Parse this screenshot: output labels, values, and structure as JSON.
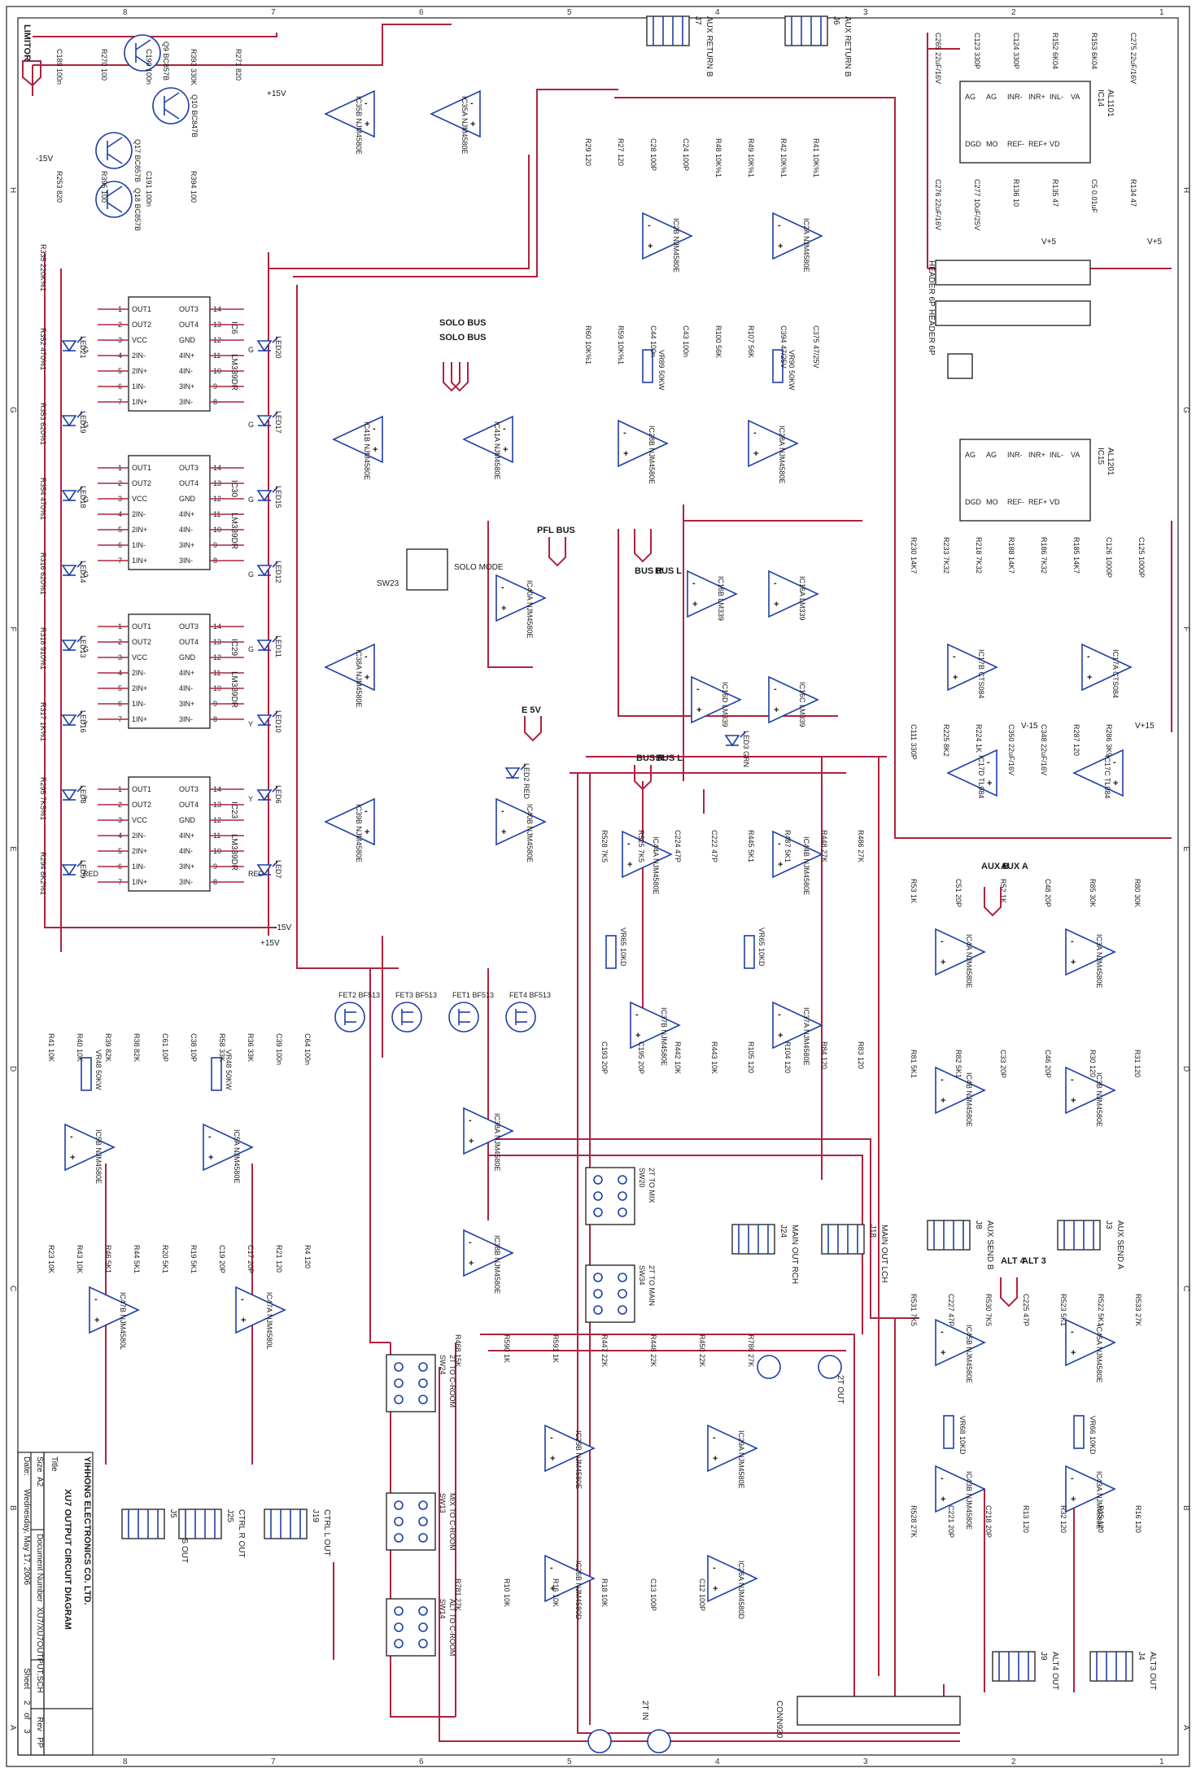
{
  "title_block": {
    "company": "YIHHONG ELECTRONICS CO. LTD.",
    "title_label": "Title",
    "title": "XU7 OUTPUT CIRCUIT DIAGRAM",
    "size_label": "Size",
    "size": "A2",
    "docnum_label": "Document Number",
    "docnum": "XU7/XU7OUTPUT.SCH",
    "rev_label": "Rev",
    "rev": "PP",
    "date_label": "Date:",
    "date": "Wednesday, May 17, 2006",
    "sheet_label": "Sheet",
    "sheet": "2",
    "of_label": "of",
    "sheets": "3"
  },
  "border": {
    "top_numbers": [
      "1",
      "2",
      "3",
      "4",
      "5",
      "6",
      "7",
      "8"
    ],
    "side_letters": [
      "A",
      "B",
      "C",
      "D",
      "E",
      "F",
      "G",
      "H"
    ]
  },
  "limiter": {
    "label": "LIMITOR",
    "transistors": [
      "Q9 BC857B",
      "Q10 BC847B",
      "Q17 BC857B",
      "Q18 BC857B"
    ],
    "pos_rail": "+15V",
    "neg_rail": "-15V",
    "parts": [
      "C189 100n",
      "R270 100",
      "C190 100n",
      "R393 330K",
      "R271 820",
      "R253 820",
      "R395 100",
      "C191 100n",
      "R394 100"
    ]
  },
  "meter": {
    "ics": [
      {
        "ref": "IC6",
        "part": "LM339DR"
      },
      {
        "ref": "IC30",
        "part": "LM339DR"
      },
      {
        "ref": "IC29",
        "part": "LM339DR"
      },
      {
        "ref": "IC23",
        "part": "LM339DR"
      }
    ],
    "pins_left": [
      "OUT1",
      "OUT2",
      "VCC",
      "2IN-",
      "2IN+",
      "1IN-",
      "1IN+"
    ],
    "pins_right": [
      "OUT3",
      "OUT4",
      "GND",
      "4IN+",
      "4IN-",
      "3IN+",
      "3IN-"
    ],
    "pin_nums_left": [
      "1",
      "2",
      "3",
      "4",
      "5",
      "6",
      "7"
    ],
    "pin_nums_right": [
      "14",
      "13",
      "12",
      "11",
      "10",
      "9",
      "8"
    ],
    "leds_left": [
      "LED21",
      "LED19",
      "LED18",
      "LED14",
      "LED13",
      "LED16",
      "LED8",
      "LED9"
    ],
    "leds_right": [
      "LED20",
      "LED17",
      "LED15",
      "LED12",
      "LED11",
      "LED10",
      "LED6",
      "LED7"
    ],
    "resistors": [
      "R335 220K%1",
      "R352 470%1",
      "R353 620%1",
      "R354 470%1",
      "R316 620%1",
      "R318 910%1",
      "R317 1K%1",
      "R295 7K5%1",
      "R294 8K2%1"
    ],
    "colors": [
      "G",
      "G",
      "G",
      "G",
      "G",
      "Y",
      "Y",
      "RED"
    ],
    "rail": "+15V",
    "neg": "-15V"
  },
  "solo": {
    "bus_labels": [
      "SOLO BUS",
      "SOLO BUS"
    ],
    "opamps": [
      "IC41B NJM4580E",
      "IC41A NJM4580E",
      "IC38A NJM4580E",
      "IC39B NJM4580E",
      "IC40A NJM4580E",
      "IC40B NJM4580E"
    ],
    "pfl_bus": "PFL BUS",
    "switch": "SW23",
    "switch_label": "SOLO MODE",
    "bus_r": "BUS R",
    "bus_l": "BUS L",
    "e5v": "E 5V"
  },
  "aux_return": {
    "jacks": [
      {
        "ref": "J7",
        "label": "AUX RETURN B"
      },
      {
        "ref": "J6",
        "label": "AUX RETURN B"
      }
    ],
    "opamps": [
      "IC2B NJM4580E",
      "IC2A NJM4580E",
      "IC28B NJM4580E",
      "IC28A NJM4580E"
    ],
    "vr": [
      "VR89 50KW",
      "VR90 50KW"
    ],
    "parts": [
      "R29 120",
      "R27 120",
      "C28 100P",
      "C24 100P",
      "R48 10K%1",
      "R49 10K%1",
      "R42 10K%1",
      "R41 10K%1",
      "R60 10K%1",
      "R59 10K%1",
      "C44 100n",
      "C43 100n",
      "R100 56K",
      "R107 56K",
      "C394 47/25V",
      "C375 47/25V"
    ]
  },
  "ad_section": {
    "ics": [
      {
        "ref": "IC14",
        "part": "AL1101"
      },
      {
        "ref": "IC15",
        "part": "AL1201"
      }
    ],
    "pins": [
      "AG",
      "AG",
      "INR-",
      "INR+",
      "INL-",
      "VA",
      "DGD",
      "MO",
      "REF-",
      "REF+",
      "VD"
    ],
    "headers": [
      "HEADER 6P",
      "HEADER 6P"
    ],
    "rails": [
      "V+5",
      "V+5",
      "V+15",
      "V-15"
    ],
    "parts": [
      "C265 22uF/16V",
      "C123 330P",
      "C124 330P",
      "R152 6K04",
      "R153 6K04",
      "C275 22uF/16V",
      "C276 22uF/16V",
      "C277 10uF/25V",
      "R136 10",
      "R135 47",
      "C5 0.01uF",
      "R134 47"
    ]
  },
  "output_stage": {
    "opamps": [
      "IC17B CTS084",
      "IC17A CTS084",
      "IC17D TL084",
      "IC17C TL084",
      "IC16B LM339",
      "IC16A LM339",
      "IC16D LM339",
      "IC16C LM339"
    ],
    "leds": [
      "LED2 RED",
      "LED3 GRN"
    ],
    "parts": [
      "R230 14K7",
      "R233 7K32",
      "R218 7K32",
      "R188 14K7",
      "R186 7K32",
      "R185 14K7",
      "C126 1000P",
      "C125 1000P",
      "C111 330P",
      "R225 8K2",
      "R224 1K",
      "C350 22uF/16V",
      "C348 22uF/16V",
      "R287 120",
      "R286 3K9"
    ]
  },
  "aux_send": {
    "inputs": [
      "AUX B",
      "AUX A"
    ],
    "opamps": [
      "IC4A NJM4580E",
      "IC3A NJM4580E",
      "IC4B NJM4580E",
      "IC3B NJM4580E"
    ],
    "jacks": [
      {
        "ref": "J8",
        "label": "AUX SEND B"
      },
      {
        "ref": "J3",
        "label": "AUX SEND A"
      }
    ],
    "parts": [
      "R53 1K",
      "C51 20P",
      "R52 1K",
      "C48 20P",
      "R85 30K",
      "R80 30K",
      "R81 5K1",
      "R82 5K1",
      "C33 20P",
      "C46 20P",
      "R30 120",
      "R31 120"
    ]
  },
  "alt_out": {
    "inputs": [
      "ALT 4",
      "ALT 3"
    ],
    "opamps": [
      "IC45B NJM4580E",
      "IC45A NJM4580E",
      "IC43B NJM4580E",
      "IC43A NJM4580E"
    ],
    "vr": [
      "VR68 10KD",
      "VR66 10KD"
    ],
    "jacks": [
      {
        "ref": "J9",
        "label": "ALT4 OUT"
      },
      {
        "ref": "J4",
        "label": "ALT3 OUT"
      }
    ],
    "parts": [
      "R531 7K5",
      "C227 47P",
      "R530 7K5",
      "C225 47P",
      "R523 5K1",
      "R522 5K1",
      "R533 27K",
      "R528 27K",
      "C221 20P",
      "C218 20P",
      "R13 120",
      "R32 120",
      "R15 120",
      "R16 120"
    ]
  },
  "main_mix": {
    "opamps": [
      "IC44A NJM4580E",
      "IC44B NJM4580E",
      "IC37B NJM4580E",
      "IC37A NJM4580E",
      "IC38A NJM4580E",
      "IC38B NJM4580E"
    ],
    "fets": [
      "FET2 BF513",
      "FET3 BF513",
      "FET1 BF513",
      "FET4 BF513"
    ],
    "vr": [
      "VR65 10KD",
      "VR65 10KD"
    ],
    "jacks": [
      {
        "ref": "J24",
        "label": "MAIN OUT RCH"
      },
      {
        "ref": "J18",
        "label": "MAIN OUT LCH"
      },
      {
        "ref": "RCA1",
        "label": "2T OUT"
      }
    ],
    "switches": [
      {
        "ref": "SW20",
        "label": "2T TO MIX"
      },
      {
        "ref": "SW34",
        "label": "2T TO MAIN"
      }
    ],
    "parts": [
      "R528 7K5",
      "R525 7K5",
      "C224 47P",
      "C222 47P",
      "R445 5K1",
      "R487 5K1",
      "R448 27K",
      "R486 27K",
      "C193 20P",
      "C195 20P",
      "R442 10K",
      "R443 10K",
      "R105 120",
      "R104 120",
      "R84 120",
      "R83 120"
    ]
  },
  "phones": {
    "opamps": [
      "IC5B NJM4580E",
      "IC5A NJM4580E",
      "IC47B NJM4580L",
      "IC47A NJM4580L"
    ],
    "vr": [
      "VR48 50KW",
      "VR48 50KW"
    ],
    "jacks": [
      {
        "ref": "J5",
        "label": "PHONES OUT"
      },
      {
        "ref": "J25",
        "label": "CTRL R OUT"
      },
      {
        "ref": "J19",
        "label": "CTRL L OUT"
      }
    ],
    "parts": [
      "R41 10K",
      "R40 10K",
      "R39 82K",
      "R38 82K",
      "C61 10P",
      "C38 10P",
      "R58 33K",
      "R36 33K",
      "C39 100n",
      "C64 100n",
      "R23 10K",
      "R43 10K",
      "R46 5K1",
      "R44 5K1",
      "R20 5K1",
      "R19 5K1",
      "C19 20P",
      "C17 20P",
      "R21 120",
      "R4 120"
    ]
  },
  "ctrl_room": {
    "switches": [
      {
        "ref": "SW24",
        "label": "2T TO C-ROOM"
      },
      {
        "ref": "SW13",
        "label": "MIX TO C-ROOM"
      },
      {
        "ref": "SW14",
        "label": "ALT TO C-ROOM"
      }
    ],
    "opamps": [
      "IC29B NJM4580E",
      "IC29A NJM4580E",
      "IC26B NJM4580D",
      "IC26A NJM4580D"
    ],
    "jacks": [
      {
        "ref": "RCA1",
        "label": "2T IN"
      },
      {
        "ref": "CONN920",
        "label": "CONN920"
      }
    ],
    "parts": [
      "R468 15K",
      "R590 1K",
      "R591 1K",
      "R447 22K",
      "R448 22K",
      "R450 22K",
      "R786 27K",
      "R781 27K",
      "R10 10K",
      "R16 10K",
      "R18 10K",
      "C13 100P",
      "C12 100P"
    ]
  }
}
